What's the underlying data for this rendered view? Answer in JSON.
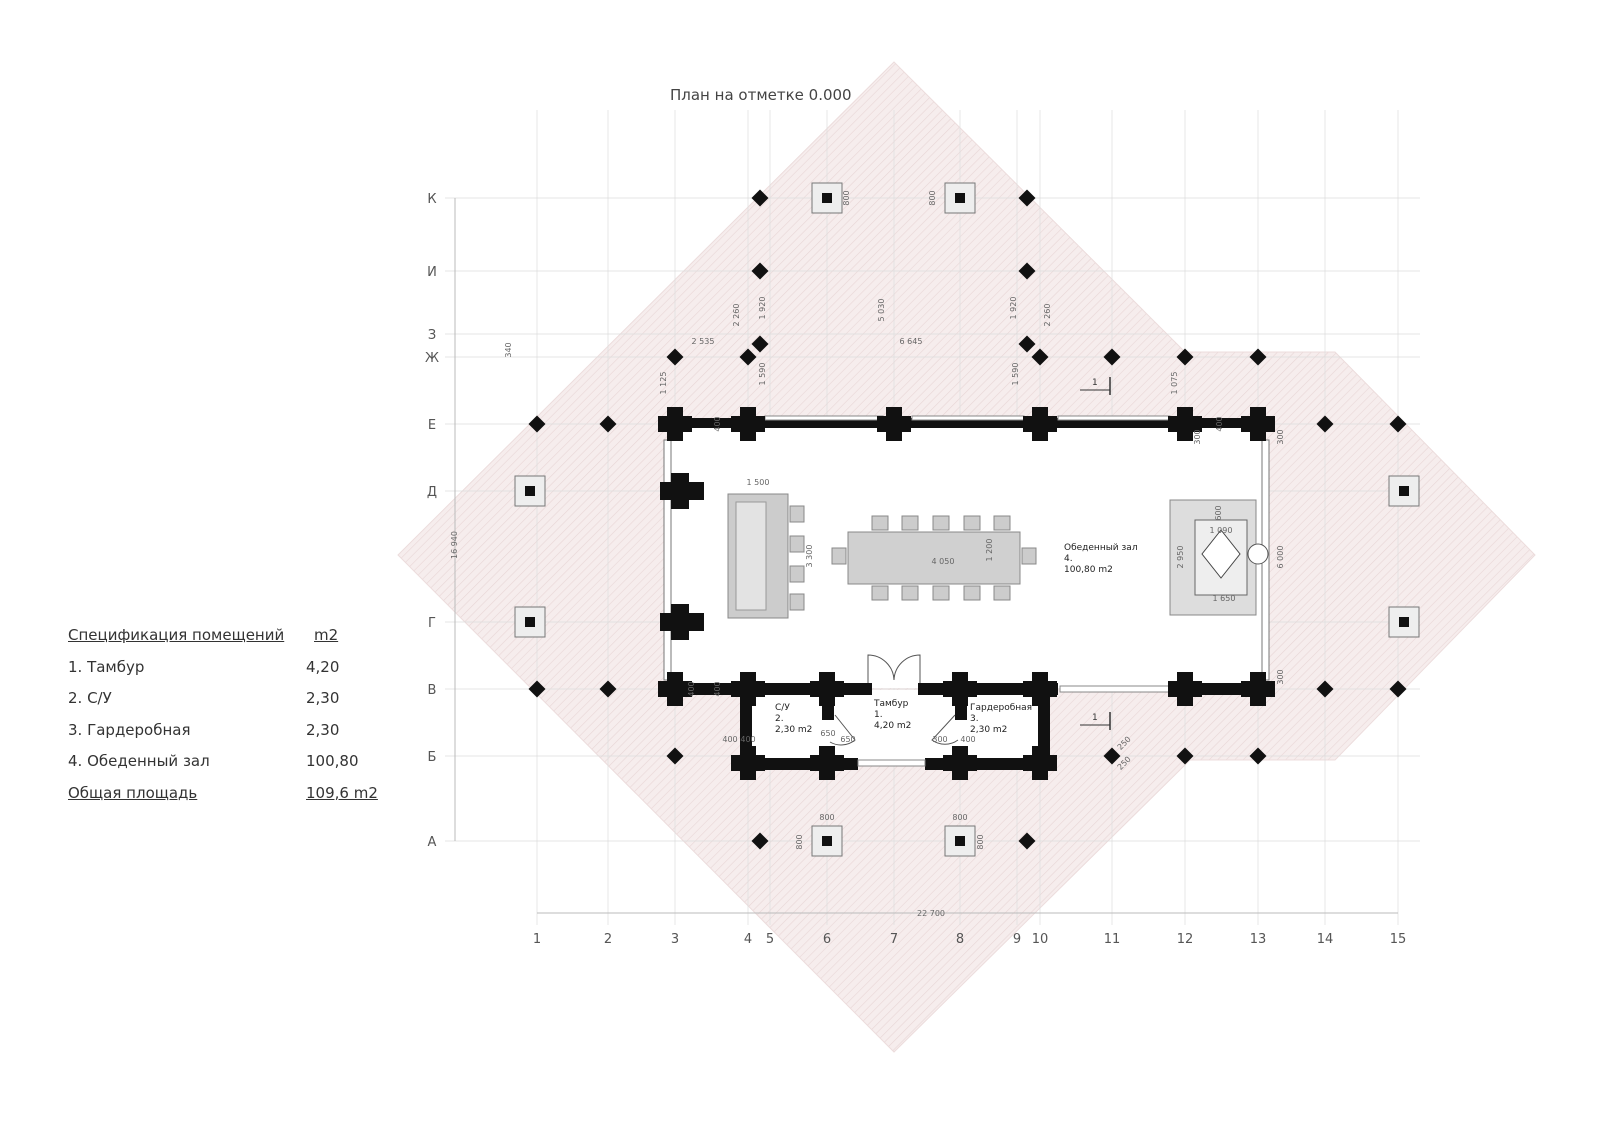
{
  "title": "План на отметке 0.000",
  "spec": {
    "header": {
      "name": "Спецификация помещений",
      "unit": "m2"
    },
    "rows": [
      {
        "name": "1. Тамбур",
        "value": "4,20"
      },
      {
        "name": "2. С/У",
        "value": "2,30"
      },
      {
        "name": "3. Гардеробная",
        "value": "2,30"
      },
      {
        "name": "4. Обеденный зал",
        "value": "100,80"
      }
    ],
    "total": {
      "name": "Общая площадь",
      "value": "109,6 m2"
    }
  },
  "row_axes": [
    "К",
    "И",
    "З",
    "Ж",
    "Е",
    "Д",
    "Г",
    "В",
    "Б",
    "А"
  ],
  "col_axes": [
    "1",
    "2",
    "3",
    "4",
    "5",
    "6",
    "7",
    "8",
    "9",
    "10",
    "11",
    "12",
    "13",
    "14",
    "15"
  ],
  "rooms": [
    {
      "name": "Тамбур",
      "num": "1.",
      "area": "4,20 m2"
    },
    {
      "name": "С/У",
      "num": "2.",
      "area": "2,30 m2"
    },
    {
      "name": "Гардеробная",
      "num": "3.",
      "area": "2,30 m2"
    },
    {
      "name": "Обеденный зал",
      "num": "4.",
      "area": "100,80 m2"
    }
  ],
  "dimensions": [
    "22 700",
    "16 940",
    "340",
    "2 535",
    "6 645",
    "2 260",
    "1 920",
    "5 030",
    "1 920",
    "2 260",
    "1 125",
    "1 590",
    "1 590",
    "1 075",
    "1 500",
    "3 300",
    "4 050",
    "1 200",
    "600",
    "1 090",
    "2 950",
    "1 650",
    "6 000",
    "800",
    "800",
    "800",
    "800",
    "800",
    "800",
    "400",
    "400",
    "400",
    "400",
    "300",
    "300",
    "300",
    "400",
    "650",
    "650",
    "300",
    "250",
    "250",
    "400",
    "400"
  ],
  "section_marks": [
    "1",
    "1"
  ],
  "colors": {
    "roof": "#f4e8e8",
    "wall": "#111111",
    "grid": "#d8d8d8"
  }
}
